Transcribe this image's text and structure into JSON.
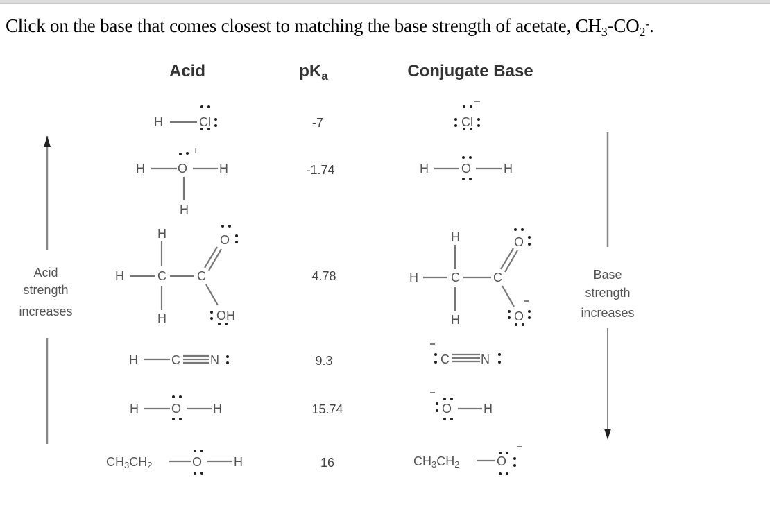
{
  "question": {
    "prefix": "Click on the base that comes closest to matching the base strength of acetate, CH",
    "sub1": "3",
    "mid": "-CO",
    "sub2": "2",
    "sup": "-",
    "suffix": "."
  },
  "table": {
    "headers": {
      "acid": "Acid",
      "pka": "pK",
      "pka_sub": "a",
      "conjugate_base": "Conjugate Base"
    },
    "rows": [
      {
        "acid": "HCl",
        "pka": "-7",
        "conjugate_base": "Cl⁻"
      },
      {
        "acid": "H3O+",
        "pka": "-1.74",
        "conjugate_base": "H2O"
      },
      {
        "acid": "CH3COOH",
        "pka": "4.78",
        "conjugate_base": "CH3COO⁻"
      },
      {
        "acid": "HCN",
        "pka": "9.3",
        "conjugate_base": "CN⁻"
      },
      {
        "acid": "H2O",
        "pka": "15.74",
        "conjugate_base": "OH⁻"
      },
      {
        "acid": "CH3CH2OH",
        "pka": "16",
        "conjugate_base": "CH3CH2O⁻"
      }
    ]
  },
  "atoms": {
    "H": "H",
    "Cl": "Cl",
    "O": "O",
    "C": "C",
    "N": "N",
    "OH": "OH",
    "plus": "+",
    "minus": "−",
    "CH": "CH",
    "three": "3",
    "two": "2"
  },
  "labels": {
    "acid_strength": [
      "Acid",
      "strength",
      "increases"
    ],
    "base_strength": [
      "Base",
      "strength",
      "increases"
    ]
  }
}
